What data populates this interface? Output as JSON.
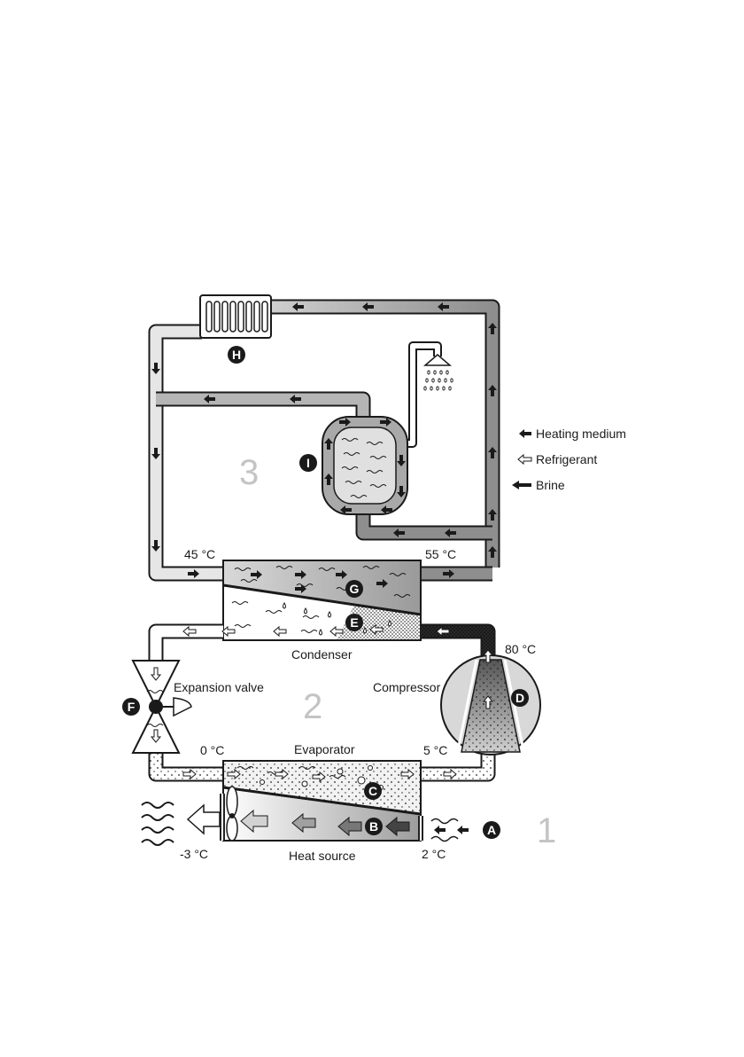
{
  "labels": {
    "t45": "45 °C",
    "t55": "55 °C",
    "t80": "80 °C",
    "t0": "0 °C",
    "t5": "5 °C",
    "tm3": "-3 °C",
    "t2": "2 °C",
    "condenser": "Condenser",
    "evaporator": "Evaporator",
    "expansion_valve": "Expansion valve",
    "compressor": "Compressor",
    "heat_source": "Heat source"
  },
  "zones": {
    "z1": "1",
    "z2": "2",
    "z3": "3"
  },
  "badges": {
    "A": "A",
    "B": "B",
    "C": "C",
    "D": "D",
    "E": "E",
    "F": "F",
    "G": "G",
    "H": "H",
    "I": "I"
  },
  "legend": {
    "heating_medium": "Heating medium",
    "refrigerant": "Refrigerant",
    "brine": "Brine"
  },
  "colors": {
    "pipe_light": "#d2d2d2",
    "pipe_mid": "#a9a9a9",
    "pipe_dark": "#8a8a8a",
    "outline": "#1a1a1a",
    "badge": "#1a1a1a"
  },
  "icons": [
    "radiator-icon",
    "shower-head-icon",
    "fan-icon",
    "wave-icon",
    "arrow-icon"
  ]
}
